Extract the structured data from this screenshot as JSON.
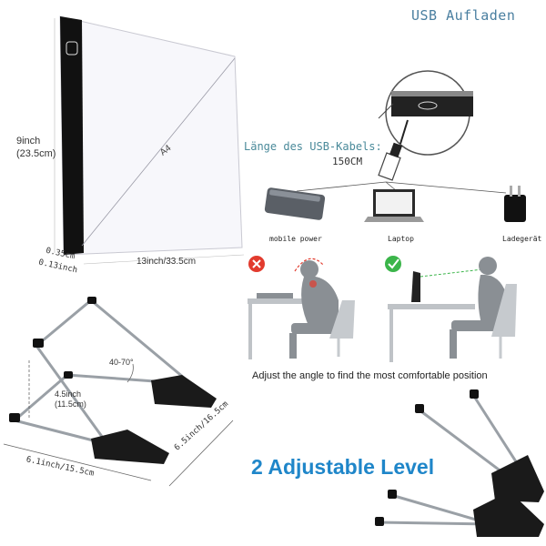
{
  "usb_section": {
    "title": "USB Aufladen",
    "cable_label": "Länge des USB-Kabels:",
    "cable_length": "150CM",
    "devices": [
      {
        "label": "mobile power",
        "icon": "power-bank-icon"
      },
      {
        "label": "Laptop",
        "icon": "laptop-icon"
      },
      {
        "label": "Ladegerät",
        "icon": "charger-icon"
      }
    ]
  },
  "light_pad": {
    "paper_size": "A4",
    "height": "9inch\n(23.5cm)",
    "width": "13inch/33.5cm",
    "thickness_mm": "0.35cm",
    "thickness_in": "0.13inch",
    "accent_color": "#111111"
  },
  "posture": {
    "caption": "Adjust the angle to find the most comfortable position",
    "bad_color": "#e23b2e",
    "good_color": "#3bb54a"
  },
  "stand": {
    "angle": "40-70°",
    "height": "4.5inch\n(11.5cm)",
    "depth": "6.5inch/16.5cm",
    "width": "6.1inch/15.5cm"
  },
  "adjustable": {
    "title": "2 Adjustable Level",
    "color": "#1f86c9"
  }
}
